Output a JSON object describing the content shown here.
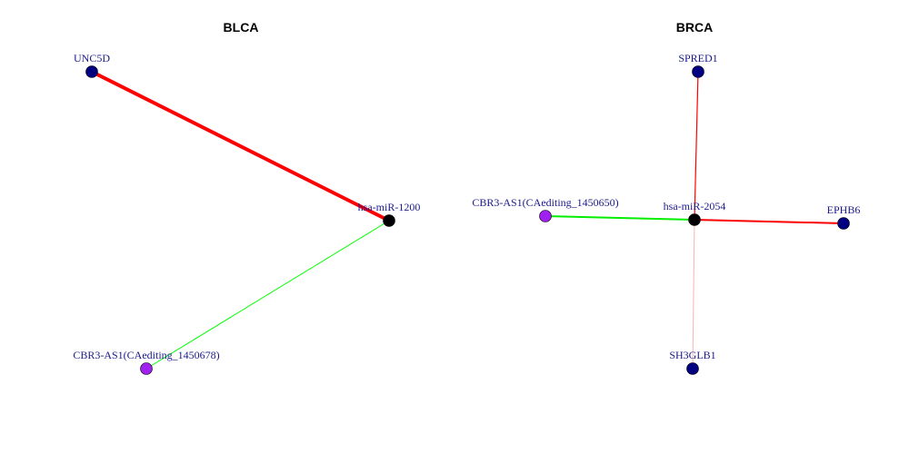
{
  "panels": [
    {
      "title": "BLCA",
      "nodes": [
        {
          "id": "UNC5D",
          "label": "UNC5D",
          "color": "#000080"
        },
        {
          "id": "hsa-miR-1200",
          "label": "hsa-miR-1200",
          "color": "#000000"
        },
        {
          "id": "CBR3-AS1(CAediting_1450678)",
          "label": "CBR3-AS1(CAediting_1450678)",
          "color": "#a020f0"
        }
      ],
      "edges": [
        {
          "source": "UNC5D",
          "target": "hsa-miR-1200",
          "color": "#ff0000",
          "weight": 4
        },
        {
          "source": "CBR3-AS1(CAediting_1450678)",
          "target": "hsa-miR-1200",
          "color": "#00ff00",
          "weight": 1
        }
      ]
    },
    {
      "title": "BRCA",
      "nodes": [
        {
          "id": "SPRED1",
          "label": "SPRED1",
          "color": "#000080"
        },
        {
          "id": "hsa-miR-2054",
          "label": "hsa-miR-2054",
          "color": "#000000"
        },
        {
          "id": "CBR3-AS1(CAediting_1450650)",
          "label": "CBR3-AS1(CAediting_1450650)",
          "color": "#a020f0"
        },
        {
          "id": "EPHB6",
          "label": "EPHB6",
          "color": "#000080"
        },
        {
          "id": "SH3GLB1",
          "label": "SH3GLB1",
          "color": "#000080"
        }
      ],
      "edges": [
        {
          "source": "SPRED1",
          "target": "hsa-miR-2054",
          "color": "#ff0000",
          "weight": 1.2
        },
        {
          "source": "CBR3-AS1(CAediting_1450650)",
          "target": "hsa-miR-2054",
          "color": "#00ee00",
          "weight": 2
        },
        {
          "source": "hsa-miR-2054",
          "target": "EPHB6",
          "color": "#ff0000",
          "weight": 2
        },
        {
          "source": "hsa-miR-2054",
          "target": "SH3GLB1",
          "color": "#ffb0b0",
          "weight": 1
        }
      ]
    }
  ]
}
